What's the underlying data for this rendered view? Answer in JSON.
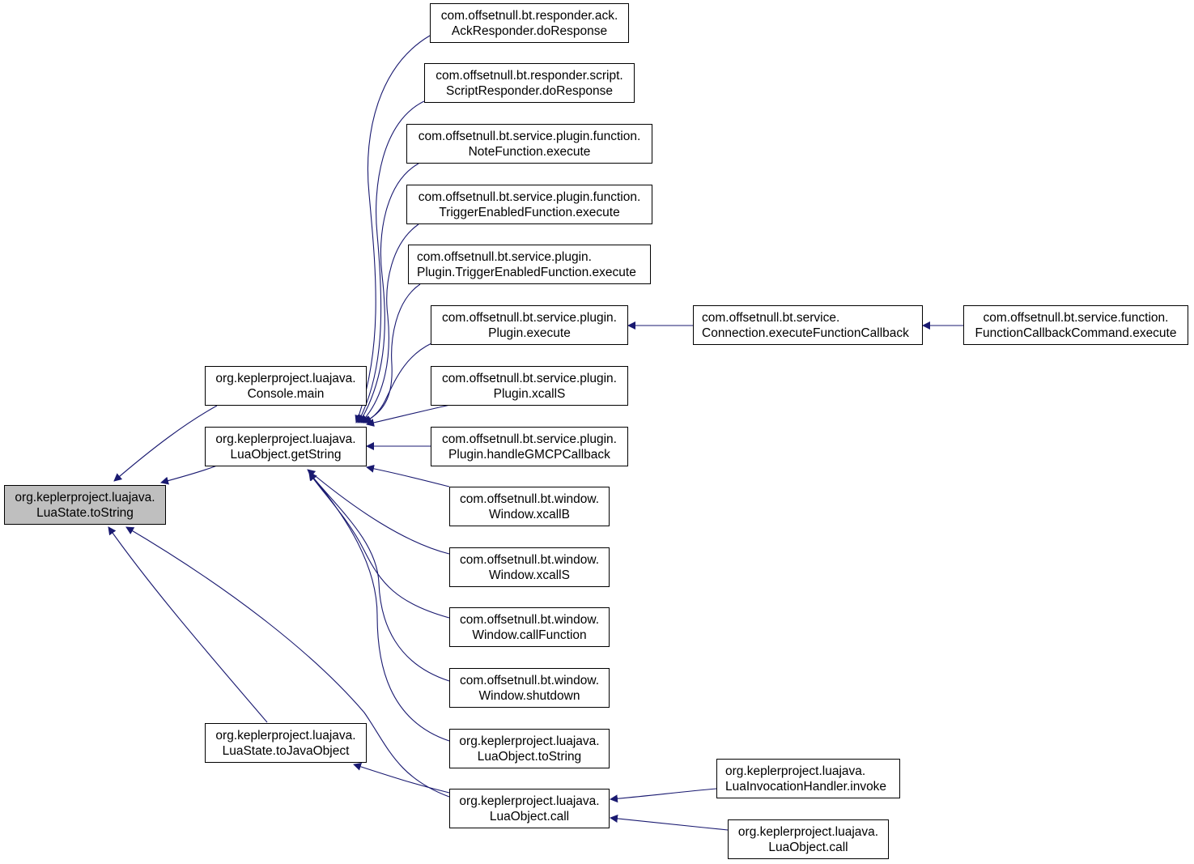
{
  "colors": {
    "edge": "#191970",
    "node_border": "#000000",
    "node_fill": "#ffffff",
    "root_fill": "#bfbfbf"
  },
  "nodes": {
    "root": {
      "line1": "org.keplerproject.luajava.",
      "line2": "LuaState.toString"
    },
    "console_main": {
      "line1": "org.keplerproject.luajava.",
      "line2": "Console.main"
    },
    "luaobject_getstring": {
      "line1": "org.keplerproject.luajava.",
      "line2": "LuaObject.getString"
    },
    "luastate_tojavaobject": {
      "line1": "org.keplerproject.luajava.",
      "line2": "LuaState.toJavaObject"
    },
    "ack_responder": {
      "line1": "com.offsetnull.bt.responder.ack.",
      "line2": "AckResponder.doResponse"
    },
    "script_responder": {
      "line1": "com.offsetnull.bt.responder.script.",
      "line2": "ScriptResponder.doResponse"
    },
    "note_function": {
      "line1": "com.offsetnull.bt.service.plugin.function.",
      "line2": "NoteFunction.execute"
    },
    "trigger_enabled_function": {
      "line1": "com.offsetnull.bt.service.plugin.function.",
      "line2": "TriggerEnabledFunction.execute"
    },
    "plugin_trigger_enabled_function": {
      "line1": "com.offsetnull.bt.service.plugin.",
      "line2": "Plugin.TriggerEnabledFunction.execute"
    },
    "plugin_execute": {
      "line1": "com.offsetnull.bt.service.plugin.",
      "line2": "Plugin.execute"
    },
    "connection_execute_callback": {
      "line1": "com.offsetnull.bt.service.",
      "line2": "Connection.executeFunctionCallback"
    },
    "function_callback_command": {
      "line1": "com.offsetnull.bt.service.function.",
      "line2": "FunctionCallbackCommand.execute"
    },
    "plugin_xcalls": {
      "line1": "com.offsetnull.bt.service.plugin.",
      "line2": "Plugin.xcallS"
    },
    "plugin_handle_gmcp": {
      "line1": "com.offsetnull.bt.service.plugin.",
      "line2": "Plugin.handleGMCPCallback"
    },
    "window_xcallb": {
      "line1": "com.offsetnull.bt.window.",
      "line2": "Window.xcallB"
    },
    "window_xcalls": {
      "line1": "com.offsetnull.bt.window.",
      "line2": "Window.xcallS"
    },
    "window_callfunction": {
      "line1": "com.offsetnull.bt.window.",
      "line2": "Window.callFunction"
    },
    "window_shutdown": {
      "line1": "com.offsetnull.bt.window.",
      "line2": "Window.shutdown"
    },
    "luaobject_tostring": {
      "line1": "org.keplerproject.luajava.",
      "line2": "LuaObject.toString"
    },
    "luaobject_call": {
      "line1": "org.keplerproject.luajava.",
      "line2": "LuaObject.call"
    },
    "lua_invocation_handler": {
      "line1": "org.keplerproject.luajava.",
      "line2": "LuaInvocationHandler.invoke"
    },
    "luaobject_call_2": {
      "line1": "org.keplerproject.luajava.",
      "line2": "LuaObject.call"
    }
  }
}
